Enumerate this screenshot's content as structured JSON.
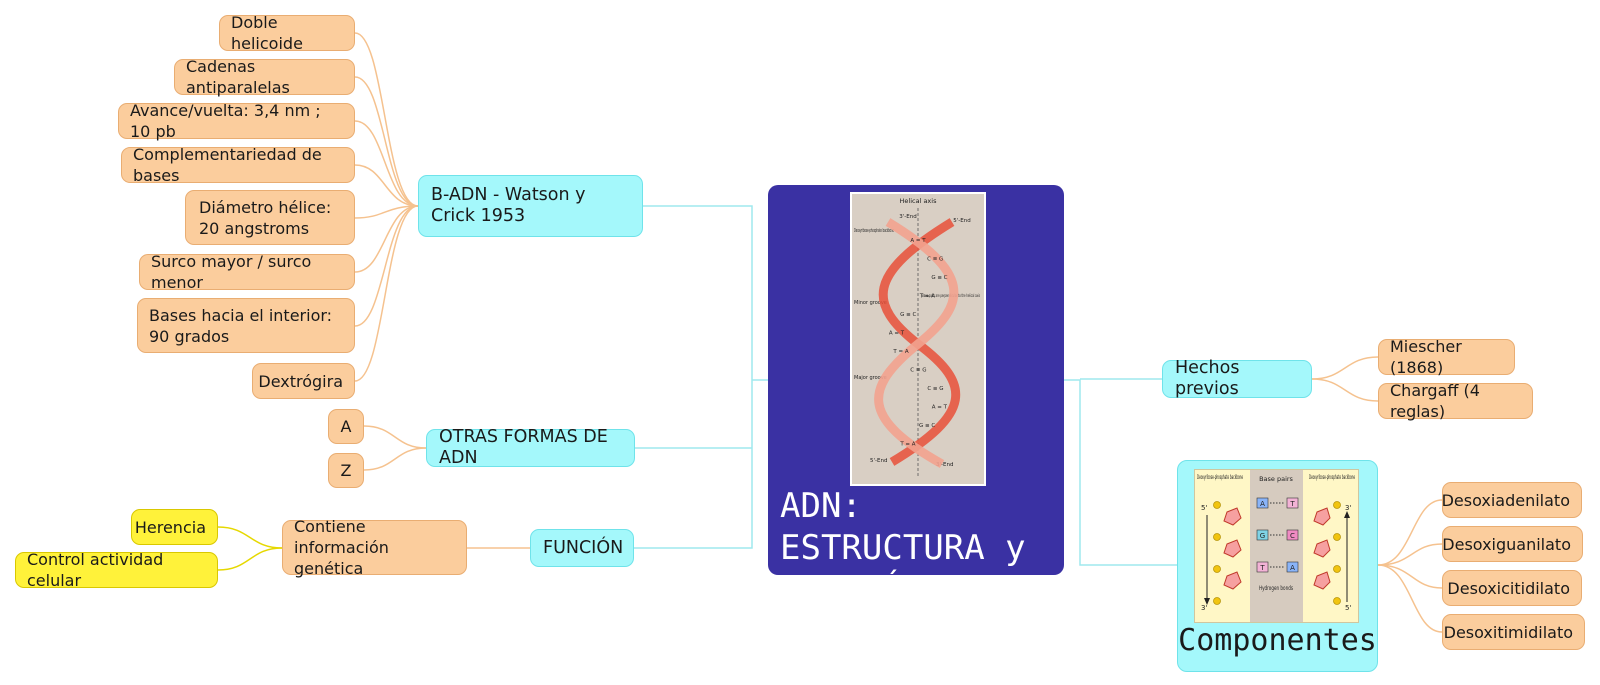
{
  "center": {
    "title": "ADN: ESTRUCTURA y FUNCIÓN"
  },
  "helix": {
    "axis_title": "Helical axis",
    "labels": {
      "backbone": "Deoxyribose-phosphate backbone",
      "end3_top": "3'-End",
      "end5_top": "5'-End",
      "minor": "Minor groove",
      "major": "Major groove",
      "perpendicular": "Base pairs are perpendicular to the helical axis",
      "end5_bottom": "5'-End",
      "end3_bottom": "3'-End"
    },
    "pairs": [
      "A = T",
      "C ≡ G",
      "G ≡ C",
      "T = A",
      "G ≡ C",
      "A = T",
      "T = A",
      "C ≡ G",
      "C ≡ G",
      "A = T",
      "G ≡ C",
      "T = A"
    ]
  },
  "left": {
    "bform": {
      "label": "B-ADN - Watson y Crick 1953",
      "leaves": [
        "Doble helicoide",
        "Cadenas antiparalelas",
        "Avance/vuelta: 3,4 nm ; 10 pb",
        "Complementariedad de bases",
        "Diámetro hélice: 20 angstroms",
        "Surco mayor / surco menor",
        "Bases hacia el interior: 90 grados",
        "Dextrógira"
      ]
    },
    "otras": {
      "label": "OTRAS FORMAS DE ADN",
      "leaves": [
        "A",
        "Z"
      ]
    },
    "funcion": {
      "label": "FUNCIÓN",
      "info": "Contiene información genética",
      "leaves": [
        "Herencia",
        "Control actividad celular"
      ]
    }
  },
  "right": {
    "hechos": {
      "label": "Hechos previos",
      "leaves": [
        "Miescher (1868)",
        "Chargaff (4 reglas)"
      ]
    },
    "componentes": {
      "label": "Componentes",
      "leaves": [
        "Desoxiadenilato",
        "Desoxiguanilato",
        "Desoxicitidilato",
        "Desoxitimidilato"
      ],
      "image": {
        "backbone_left": "Deoxyribose-phosphate backbone",
        "base_pairs": "Base pairs",
        "backbone_right": "Deoxyribose-phosphate backbone",
        "hydrogen": "Hydrogen bonds",
        "prime5": "5'",
        "prime3": "3'",
        "pairs": [
          [
            "A",
            "T"
          ],
          [
            "G",
            "C"
          ],
          [
            "T",
            "A"
          ]
        ]
      }
    }
  },
  "colors": {
    "leaf": "#fbcd9d",
    "branch": "#a4f8fb",
    "yellow": "#fff23a",
    "center": "#3a31a3",
    "leaf_line": "#f5c28f",
    "branch_line": "#9fe9ee"
  }
}
